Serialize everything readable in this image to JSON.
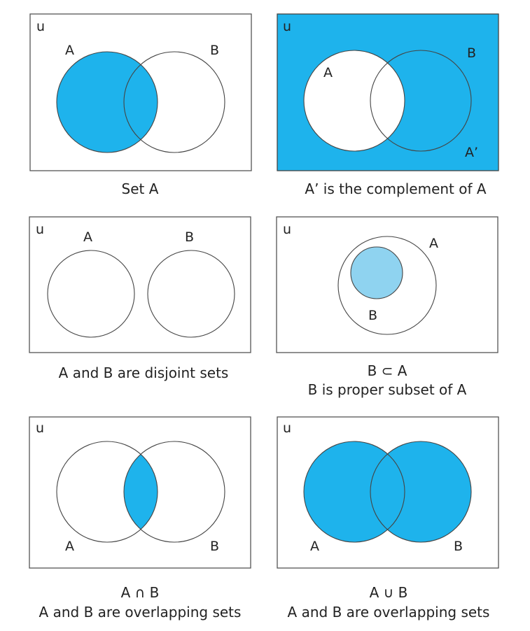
{
  "colors": {
    "fill": "#1eb3ec",
    "light": "#8fd3f0"
  },
  "panels": [
    {
      "universe": "u",
      "a": "A",
      "b": "B",
      "caption": "Set A"
    },
    {
      "universe": "u",
      "a": "A",
      "b": "B",
      "complement": "A’",
      "caption": "A’ is the complement of A"
    },
    {
      "universe": "u",
      "a": "A",
      "b": "B",
      "caption": "A and B are disjoint sets"
    },
    {
      "universe": "u",
      "a": "A",
      "b": "B",
      "caption1": "B ⊂ A",
      "caption2": "B is proper subset of A"
    },
    {
      "universe": "u",
      "a": "A",
      "b": "B",
      "caption1": "A ∩ B",
      "caption2": "A and B are overlapping sets"
    },
    {
      "universe": "u",
      "a": "A",
      "b": "B",
      "caption1": "A ∪ B",
      "caption2": "A and B are overlapping sets"
    }
  ]
}
